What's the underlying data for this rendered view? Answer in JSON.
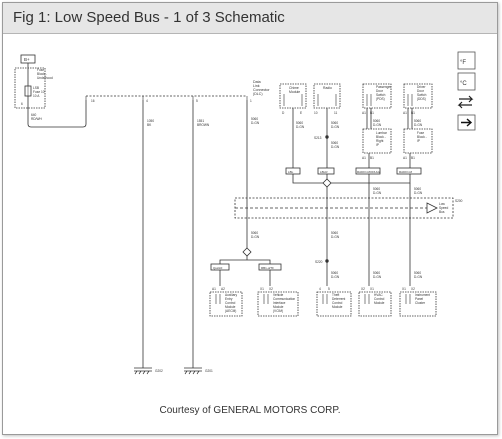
{
  "window": {
    "title": "Fig 1: Low Speed Bus - 1 of 3 Schematic"
  },
  "caption": "Courtesy of GENERAL MOTORS CORP.",
  "toolbar": {
    "icons": [
      "degrees-fahrenheit-icon",
      "degrees-celsius-icon",
      "swap-arrows-icon",
      "next-arrow-icon"
    ],
    "f_label": "°F",
    "c_label": "°C"
  },
  "fuse_block": {
    "hot_label": "B+",
    "name_lines": [
      "Fuse",
      "Block -",
      "Underhood"
    ],
    "fuse_lines": [
      "LSB",
      "Fuse 10",
      "10 A"
    ],
    "pin": "6",
    "wire_number": "640",
    "wire_color": "RD/WH"
  },
  "dlc": {
    "name_lines": [
      "Data",
      "Link",
      "Connector",
      "(DLC)"
    ],
    "top_pins": [
      "16",
      "4",
      "5"
    ],
    "pin": "1",
    "circuit": "5060",
    "wire_color": "D-GN"
  },
  "grounds": [
    {
      "circuit": "1050",
      "color": "BK",
      "label": "G202"
    },
    {
      "circuit": "1551",
      "color": "BROWN",
      "label": "G201"
    }
  ],
  "top_modules": [
    {
      "name_lines": [
        "Chime",
        "Module"
      ],
      "pins": [
        "D",
        "E"
      ],
      "circuit": "5060",
      "color": "D-GN"
    },
    {
      "name_lines": [
        "Radio"
      ],
      "pins": [
        "10",
        "11"
      ],
      "circuit": "5060",
      "color": "D-GN",
      "splice": "S213",
      "circuit2": "5060",
      "color2": "D-GN"
    },
    {
      "name_lines": [
        "Passenger",
        "Door",
        "Switch",
        "(PDS)"
      ],
      "pins": [
        "A1",
        "B1"
      ],
      "circuit": "5060",
      "color": "D-GN",
      "sub_name_lines": [
        "Lumbar",
        "Block -",
        "Right",
        "IP"
      ],
      "sub_pins": [
        "A1",
        "B1"
      ]
    },
    {
      "name_lines": [
        "Driver",
        "Door",
        "Switch",
        "(DDS)"
      ],
      "pins": [
        "A1",
        "B1"
      ],
      "circuit": "5060",
      "color": "D-GN",
      "sub_name_lines": [
        "Fuse",
        "Block -",
        "IP"
      ],
      "sub_pins": [
        "A1",
        "B1"
      ]
    }
  ],
  "connector_tags": [
    "LBL",
    "LBLR",
    "RADIO-MODULE",
    "RADIO-M"
  ],
  "bus": {
    "label": "S200",
    "signal_lines": [
      "Low",
      "Speed",
      "Bus"
    ]
  },
  "bottom_splice_tags": [
    "QuickF",
    "RB1-ofTF"
  ],
  "bottom_modules": [
    {
      "pins": [
        "A1",
        "A2"
      ],
      "name_lines": [
        "Auxiliary",
        "Entry",
        "Control",
        "Module",
        "(AECM)"
      ]
    },
    {
      "pins": [
        "X1",
        "X2"
      ],
      "name_lines": [
        "Vehicle",
        "Communication",
        "Interface",
        "Module",
        "(VCIM)"
      ]
    },
    {
      "pins": [
        "4",
        "5"
      ],
      "name_lines": [
        "Theft",
        "Deterrent",
        "Control",
        "Module"
      ],
      "splice": "S220",
      "circuit": "5060",
      "color": "D-GN"
    },
    {
      "pins": [
        "X2",
        "X1"
      ],
      "name_lines": [
        "HVAC",
        "Control",
        "Module"
      ],
      "circuit": "5060",
      "color": "D-GN"
    },
    {
      "pins": [
        "X1",
        "X2"
      ],
      "name_lines": [
        "Instrument",
        "Panel",
        "Cluster"
      ],
      "circuit": "5060",
      "color": "D-GN"
    }
  ],
  "colors": {
    "line": "#333333",
    "background": "#ffffff",
    "title_bar": "#e6e6e6"
  }
}
